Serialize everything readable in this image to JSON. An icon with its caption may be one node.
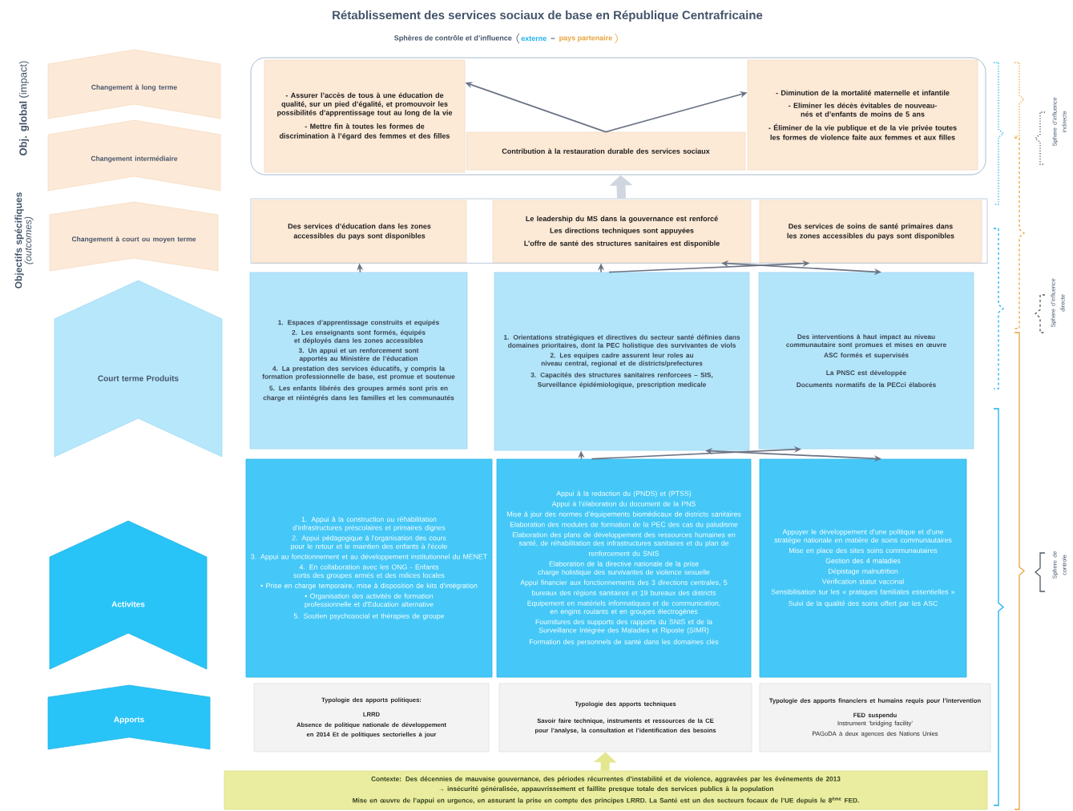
{
  "diagram": {
    "title": "Rétablissement des services sociaux de base en République Centrafricaine",
    "nodes": [
      {
        "text": [
          "Changement à long terme"
        ]
      },
      {
        "text": [
          "Changement intermédiaire"
        ]
      },
      {
        "text": [
          "Changement à court ou moyen terme"
        ]
      },
      {
        "text": [
          "Court terme Produits"
        ]
      },
      {
        "text": [
          "Activites"
        ]
      },
      {
        "text": [
          "Apports"
        ]
      },
      {
        "text": [],
        "shape": "box"
      },
      {
        "text": [
          "- Assurer l’accès de tous à une éducation de qualité, sur un pied d’égalité, et promouvoir les possibilités d’apprentissage tout au long de la vie",
          "- Mettre fin à toutes les formes de discrimination à l’égard des femmes et des filles"
        ],
        "in": 6
      },
      {
        "text": [
          "Contribution à la restauration durable des services sociaux"
        ],
        "in": 6
      },
      {
        "text": [
          "- Diminution de la mortalité maternelle et infantile",
          "- Eliminer les décès évitables de nouveau-nés et d’enfants de moins de 5 ans",
          "- Éliminer de la vie publique et de la vie privée toutes les formes de violence faite aux femmes et aux filles"
        ],
        "in": 6
      },
      {
        "text": [],
        "shape": "box"
      },
      {
        "text": [
          "Des services d’éducation dans les zones accessibles du pays sont disponibles"
        ],
        "in": 10
      },
      {
        "text": [
          "Le leadership du MS dans la gouvernance est renforcé",
          "Les directions techniques sont appuyées",
          "L’offre de santé des structures sanitaires est disponible"
        ],
        "in": 10
      },
      {
        "text": [
          "Des services de soins de santé primaires dans les zones accessibles du pays sont disponibles"
        ],
        "in": 10
      },
      {
        "text": [
          "1. Espaces d’apprentissage construits et equipés",
          "2. Les enseignants sont formés, équipés et déployés dans les zones accessibles",
          "3. Un appui et un renforcement sont apportés au Ministère de l’éducation",
          "4. La prestation des services éducatifs, y compris la formation professionnelle de base, est promue et soutenue",
          "5. Les enfants libérés des groupes armés sont pris en charge et réintégrés dans les familles et les communautés"
        ]
      },
      {
        "text": [
          "1. Orientations stratégiques et directives du secteur santé définies dans domaines prioritaires, dont la PEC holistique des survivantes de viols",
          "2. Les equipes cadre assurent leur roles au niveau central, regional et de districts/prefectures",
          "3. Capacités des structures sanitaires renforcees – SIS, Surveillance épidémiologique, prescription medicale"
        ]
      },
      {
        "text": [
          "Des interventions à haut impact au niveau communautaire sont promues et mises en œuvre",
          "ASC formés et supervisés",
          "La PNSC est développée",
          "Documents normatifs de la PECci élaborés"
        ]
      },
      {
        "text": [
          "1. Appui à la construction ou réhabilitation d'infrastructures préscolaires et primaires dignes",
          "2. Appui pédagogique à l'organisation des cours pour le retour et le maintien des enfants à l'école",
          "3. Appui au fonctionnement et au développement institutionnel du MENET",
          "4. En collaboration avec les ONG - Enfants sortis des groupes armés et des milices locales",
          "• Prise en charge temporaire, mise à disposition de kits d'intégration",
          "• Organisation des activités de formation professionnelle et d'Education alternative",
          "5. Soutien psychosocial et thérapies de groupe"
        ]
      },
      {
        "text": [
          "Appui à la redaction du (PNDS) et (PTSS)",
          "Appui à l’élaboration du document de la PNS",
          "Mise à jour des normes d’équipements biomédicaux de districts sanitaires",
          "Elaboration des modules de formation de la PEC des cas du paludisme",
          "Elaboration des plans de développement des ressources humaines en santé, de réhabilitation des infrastructures sanitaires et du plan de",
          "renforcement du SNIS",
          "Elaboration de la directive nationale de la prise charge holistique des survivantes de violence sexuelle",
          "Appui financier aux fonctionnements des 3 directions centrales, 5",
          "bureaux des régions sanitaires et 19 bureaux des districts",
          "Equipement en matériels informatiques et de communication, en engins roulants et en groupes électrogènes",
          "Fournitures des supports des rapports du SNIS et de la Surveillance Intégrée des Maladies et Riposte (SIMR)",
          "Formation des personnels de santé dans les domaines clés"
        ]
      },
      {
        "text": [
          "Appuyer le développement d’une politique et d’une stratégie nationale en matière de soins communautaires",
          "Mise en place des sites soins communautaires",
          "Gestion des 4 maladies",
          "Dépistage malnutrition",
          "Vérification statut vaccinal",
          "Sensibilisation sur les « pratiques familiales essentielles »",
          "Suivi de la qualité des soins offert par les ASC"
        ]
      },
      {
        "text": [
          "Typologie des apports politiques:",
          "LRRD",
          "Absence de politique nationale de développement en 2014 Et de politiques sectorielles à jour"
        ]
      },
      {
        "text": [
          "Typologie des apports techniques",
          "Savoir faire technique, instruments et ressources de la CE pour l’analyse, la consultation et l’identification des besoins"
        ]
      },
      {
        "text": [
          "Typologie des apports financiers et humains requis pour l’intervention",
          "FED suspendu",
          "Instrument ‘bridging facility’",
          "PAGoDA à deux agences des Nations Unies"
        ]
      },
      {
        "text": [
          "Contexte: Des décennies de mauvaise gouvernance, des périodes récurrentes d’instabilité et de violence, aggravées par les événements de 2013",
          "→ insécurité généralisée, appauvrissement et faillite presque totale des services publics à la population",
          "Mise en œuvre de l’appui en urgence, en assurant la prise en compte des principes LRRD. La Santé est un des secteurs focaux de l’UE depuis le 8$^{ème}$ FED."
        ]
      }
    ],
    "edges": [
      {
        "from": 8,
        "to": 7,
        "arrow": "to"
      },
      {
        "from": 8,
        "to": 9,
        "arrow": "to"
      },
      {
        "from": 10,
        "to": 6,
        "arrow": "to",
        "style": "thick",
        "color": "#cfd6df"
      },
      {
        "from": 14,
        "to": 11,
        "arrow": "to"
      },
      {
        "from": 15,
        "to": 12,
        "arrow": "to"
      },
      {
        "from": 15,
        "to": 13,
        "arrow": "to"
      },
      {
        "from": 12,
        "to": 16,
        "arrow": "both"
      },
      {
        "from": 18,
        "to": 15,
        "arrow": "to"
      },
      {
        "from": 18,
        "to": 16,
        "arrow": "to"
      },
      {
        "from": 15,
        "to": 19,
        "arrow": "both"
      },
      {
        "from": 23,
        "to": 21,
        "arrow": "to",
        "style": "thick",
        "color": "#e4e78f"
      }
    ],
    "labels": [
      "Sphères de contrôle et d’influence",
      "**Obj. global** (impact)",
      "**Objectifs spécifiques** *(outcomes)*",
      "Sphere d’influence indirecte",
      "Sphere d’influence directe",
      "Sphere de controle"
    ],
    "legend": [
      {
        "text": "externe",
        "color": "#1ab0ef"
      },
      {
        "text": "pays partenaire",
        "color": "#e8a33a"
      }
    ]
  }
}
